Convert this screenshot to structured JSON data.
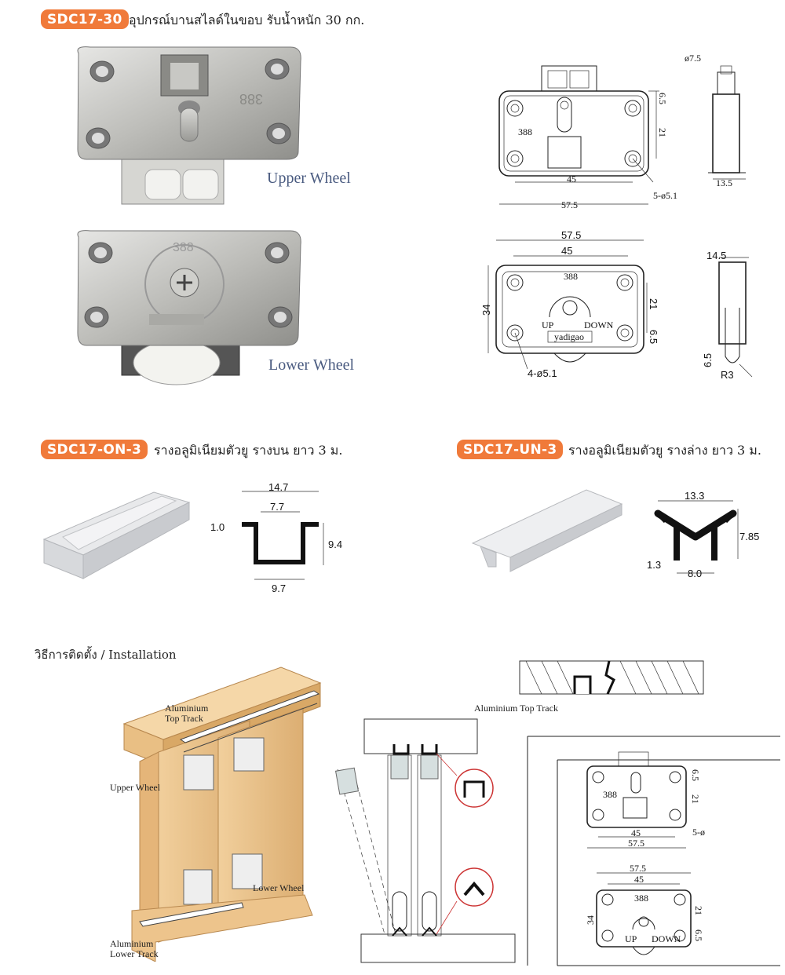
{
  "products": {
    "wheel": {
      "code": "SDC17-30",
      "description": "อุปกรณ์บานสไลด์ในขอบ รับน้ำหนัก 30 กก.",
      "upper_label": "Upper Wheel",
      "lower_label": "Lower Wheel",
      "stamp": "388",
      "upper_dims": {
        "d_top": "ø7.5",
        "h1": "6.5",
        "h2": "21",
        "w_inner": "45",
        "w_outer": "57.5",
        "holes": "5-ø5.1",
        "side_w": "13.5"
      },
      "lower_dims": {
        "w_outer": "57.5",
        "w_inner": "45",
        "h": "34",
        "h1": "21",
        "h2": "6.5",
        "holes": "4-ø5.1",
        "up": "UP",
        "down": "DOWN",
        "brand": "yadigao",
        "side_w": "14.5",
        "side_h": "6.5",
        "radius": "R3"
      }
    },
    "top_track": {
      "code": "SDC17-ON-3",
      "description": "รางอลูมิเนียมตัวยู รางบน ยาว 3 ม.",
      "dims": {
        "outer": "14.7",
        "inner": "7.7",
        "lip": "1.0",
        "height": "9.4",
        "bottom": "9.7"
      }
    },
    "bottom_track": {
      "code": "SDC17-UN-3",
      "description": "รางอลูมิเนียมตัวยู รางล่าง ยาว 3 ม.",
      "dims": {
        "width": "13.3",
        "height": "7.85",
        "thick": "1.3",
        "base": "8.0"
      }
    }
  },
  "installation": {
    "title": "วิธีการติดตั้ง / Installation",
    "labels": {
      "top_track": "Aluminium\nTop Track",
      "upper_wheel": "Upper Wheel",
      "lower_wheel": "Lower Wheel",
      "lower_track": "Aluminium\nLower Track",
      "top_track_section": "Aluminium Top Track"
    },
    "small_dims": {
      "h1": "6.5",
      "h2": "21",
      "w_inner": "45",
      "w_outer": "57.5",
      "holes": "5-ø",
      "h": "34"
    }
  },
  "colors": {
    "badge": "#f07a3a",
    "label_blue": "#4a5b80",
    "wood": "#e8c08a"
  }
}
